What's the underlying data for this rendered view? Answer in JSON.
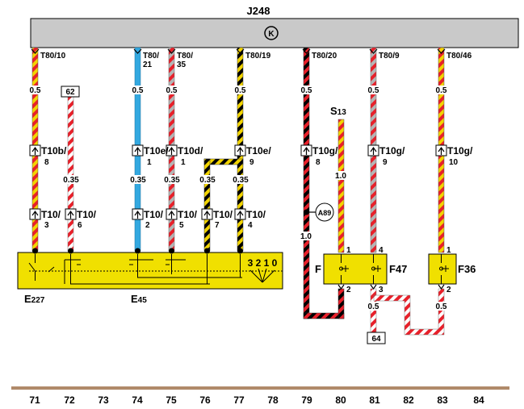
{
  "diagram": {
    "module": {
      "label": "J248",
      "symbol": "K"
    },
    "connector_labels": [
      {
        "id": "c71",
        "text": "T80/10"
      },
      {
        "id": "c74a",
        "text": "T80/"
      },
      {
        "id": "c74b",
        "text": "21"
      },
      {
        "id": "c75a",
        "text": "T80/"
      },
      {
        "id": "c75b",
        "text": "35"
      },
      {
        "id": "c77",
        "text": "T80/19"
      },
      {
        "id": "c79",
        "text": "T80/20"
      },
      {
        "id": "c81",
        "text": "T80/9"
      },
      {
        "id": "c83",
        "text": "T80/46"
      }
    ],
    "wire_sizes": {
      "s05": "0.5",
      "s035": "0.35",
      "s10": "1.0"
    },
    "mid_connectors": [
      {
        "id": "m71",
        "a": "T10b/",
        "b": "8"
      },
      {
        "id": "m74",
        "a": "T10e/",
        "b": "1"
      },
      {
        "id": "m75",
        "a": "T10d/",
        "b": "1"
      },
      {
        "id": "m77",
        "a": "T10e/",
        "b": "9"
      },
      {
        "id": "m79",
        "a": "T10g/",
        "b": "8"
      },
      {
        "id": "m81",
        "a": "T10g/",
        "b": "9"
      },
      {
        "id": "m83",
        "a": "T10g/",
        "b": "10"
      }
    ],
    "low_connectors": [
      {
        "id": "l71",
        "a": "T10/",
        "b": "3"
      },
      {
        "id": "l72",
        "a": "T10/",
        "b": "6"
      },
      {
        "id": "l74",
        "a": "T10/",
        "b": "2"
      },
      {
        "id": "l75",
        "a": "T10/",
        "b": "5"
      },
      {
        "id": "l76",
        "a": "T10/",
        "b": "7"
      },
      {
        "id": "l77",
        "a": "T10/",
        "b": "4"
      }
    ],
    "refs": {
      "r62": "62",
      "r64": "64",
      "a89": "A89"
    },
    "fuse": {
      "label": "S",
      "sub": "13"
    },
    "components": {
      "e227_main": "E",
      "e227_sub": "227",
      "e45_main": "E",
      "e45_sub": "45",
      "f": "F",
      "f47": "F47",
      "f36": "F36",
      "positions": "3 2 1 0"
    },
    "pins": {
      "p1": "1",
      "p2": "2",
      "p3": "3",
      "p4": "4"
    },
    "footer": [
      "71",
      "72",
      "73",
      "74",
      "75",
      "76",
      "77",
      "78",
      "79",
      "80",
      "81",
      "82",
      "83",
      "84"
    ],
    "colors": {
      "module_fill": "#c9c9c9",
      "component_fill": "#f0e000",
      "red": "#e8202a",
      "yellow": "#f2d400",
      "blue": "#33a8e0",
      "grey": "#b5b5b5",
      "black": "#000000",
      "footer_bar": "#b08a6a"
    }
  }
}
